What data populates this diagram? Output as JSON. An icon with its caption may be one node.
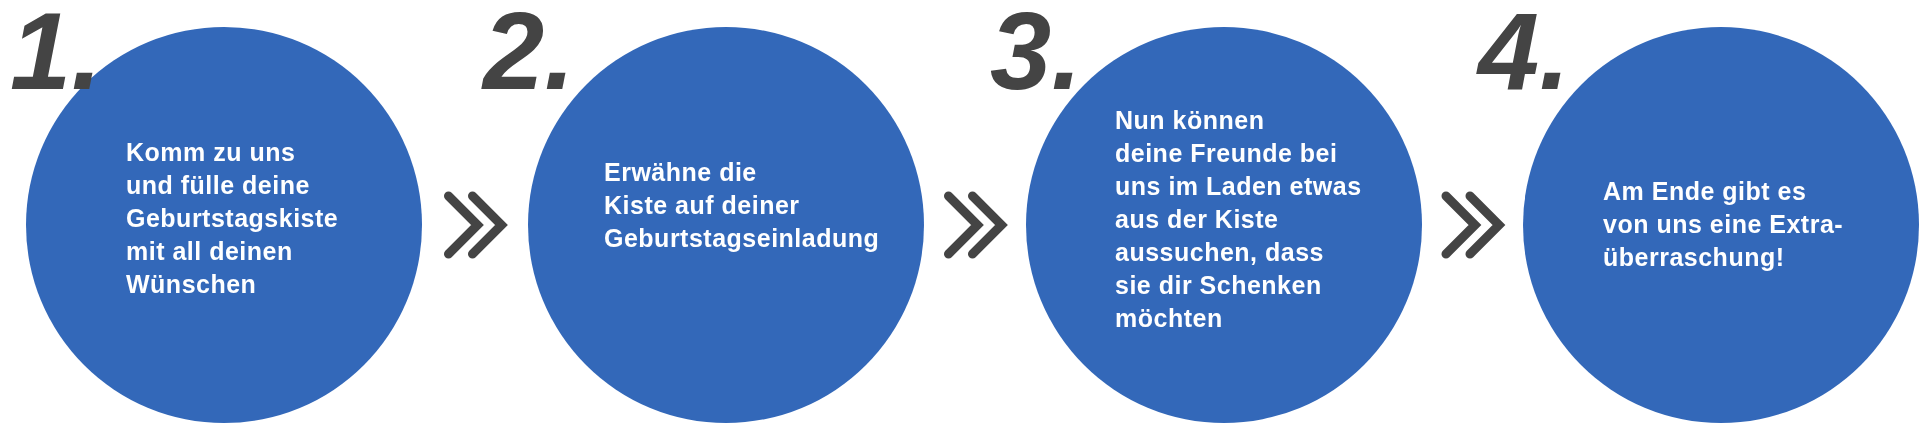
{
  "diagram": {
    "nodes": [
      {
        "text": [
          "1.",
          "Komm zu uns und fülle deine Geburtstagskiste mit all deinen Wünschen"
        ]
      },
      {
        "text": [
          "2.",
          "Erwähne die Kiste auf deiner Geburtstagseinladung"
        ]
      },
      {
        "text": [
          "3.",
          "Nun können deine Freunde bei uns im Laden etwas aus der Kiste aussuchen, dass sie dir Schenken möchten"
        ]
      },
      {
        "text": [
          "4.",
          "Am Ende gibt es von uns eine Extra- überraschung!"
        ]
      }
    ],
    "edges": [
      {
        "from": 0,
        "to": 1,
        "arrow": "to"
      },
      {
        "from": 1,
        "to": 2,
        "arrow": "to"
      },
      {
        "from": 2,
        "to": 3,
        "arrow": "to"
      }
    ]
  }
}
